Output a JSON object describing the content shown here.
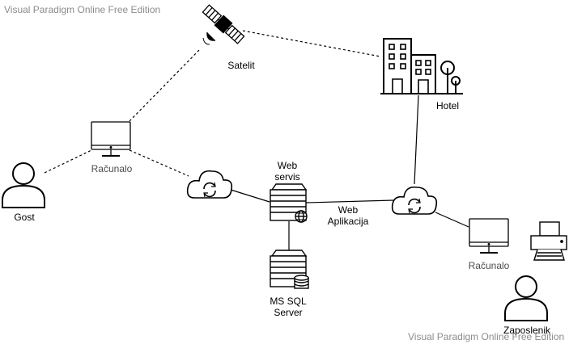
{
  "watermark": {
    "top": "Visual Paradigm Online Free Edition",
    "bottom": "Visual Paradigm Online Free Edition"
  },
  "nodes": {
    "gost": "Gost",
    "racunalo_guest": "Računalo",
    "satelit": "Satelit",
    "hotel": "Hotel",
    "web_servis_line1": "Web",
    "web_servis_line2": "servis",
    "web_aplikacija_line1": "Web",
    "web_aplikacija_line2": "Aplikacija",
    "ms_sql_line1": "MS SQL",
    "ms_sql_line2": "Server",
    "racunalo_employee": "Računalo",
    "zaposlenik": "Zaposlenik"
  },
  "colors": {
    "stroke": "#000000",
    "muted_label": "#4d4d4d",
    "watermark": "#8c8c8c"
  }
}
